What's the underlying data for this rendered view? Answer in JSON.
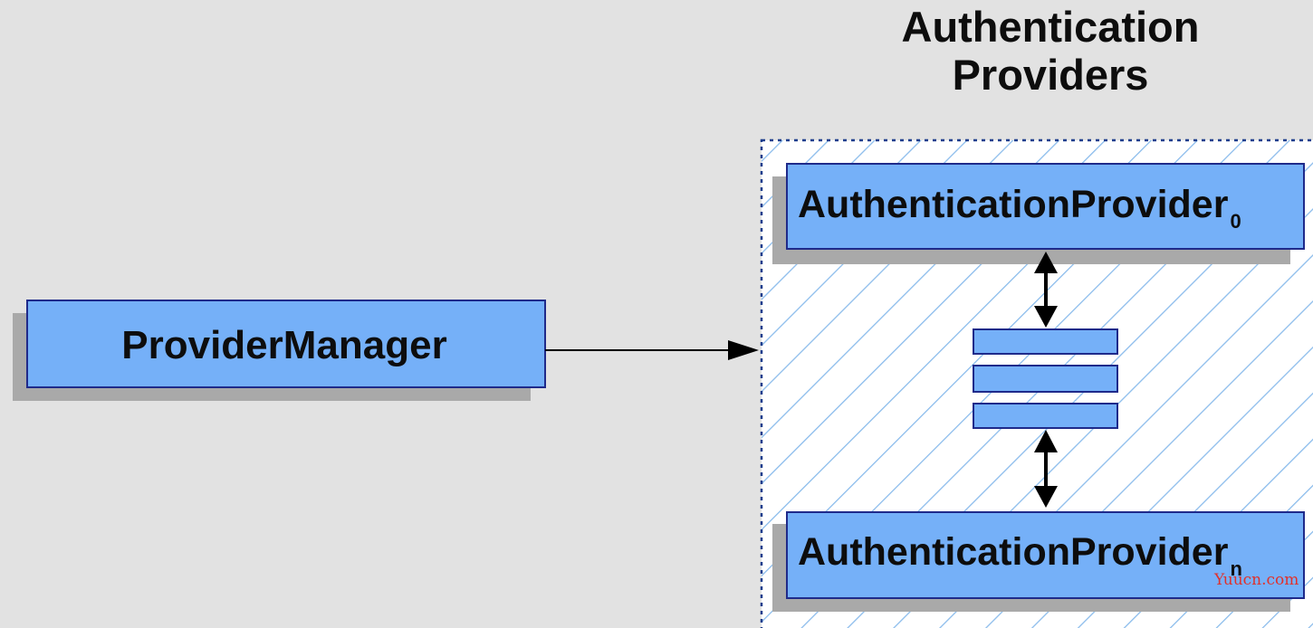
{
  "group": {
    "title_line1": "Authentication",
    "title_line2": "Providers"
  },
  "provider_manager": {
    "label": "ProviderManager"
  },
  "providers": [
    {
      "label": "AuthenticationProvider",
      "subscript": "0"
    },
    {
      "label": "AuthenticationProvider",
      "subscript": "n"
    }
  ],
  "watermark": {
    "text": "Yuucn.com"
  },
  "colors": {
    "background": "#e2e2e2",
    "box_fill": "#75b0f8",
    "box_border": "#1f2a8a",
    "shadow": "#a9a9a9",
    "hatch": "#8bbcec",
    "group_border": "#1c3d8c",
    "watermark": "#e0312b"
  }
}
